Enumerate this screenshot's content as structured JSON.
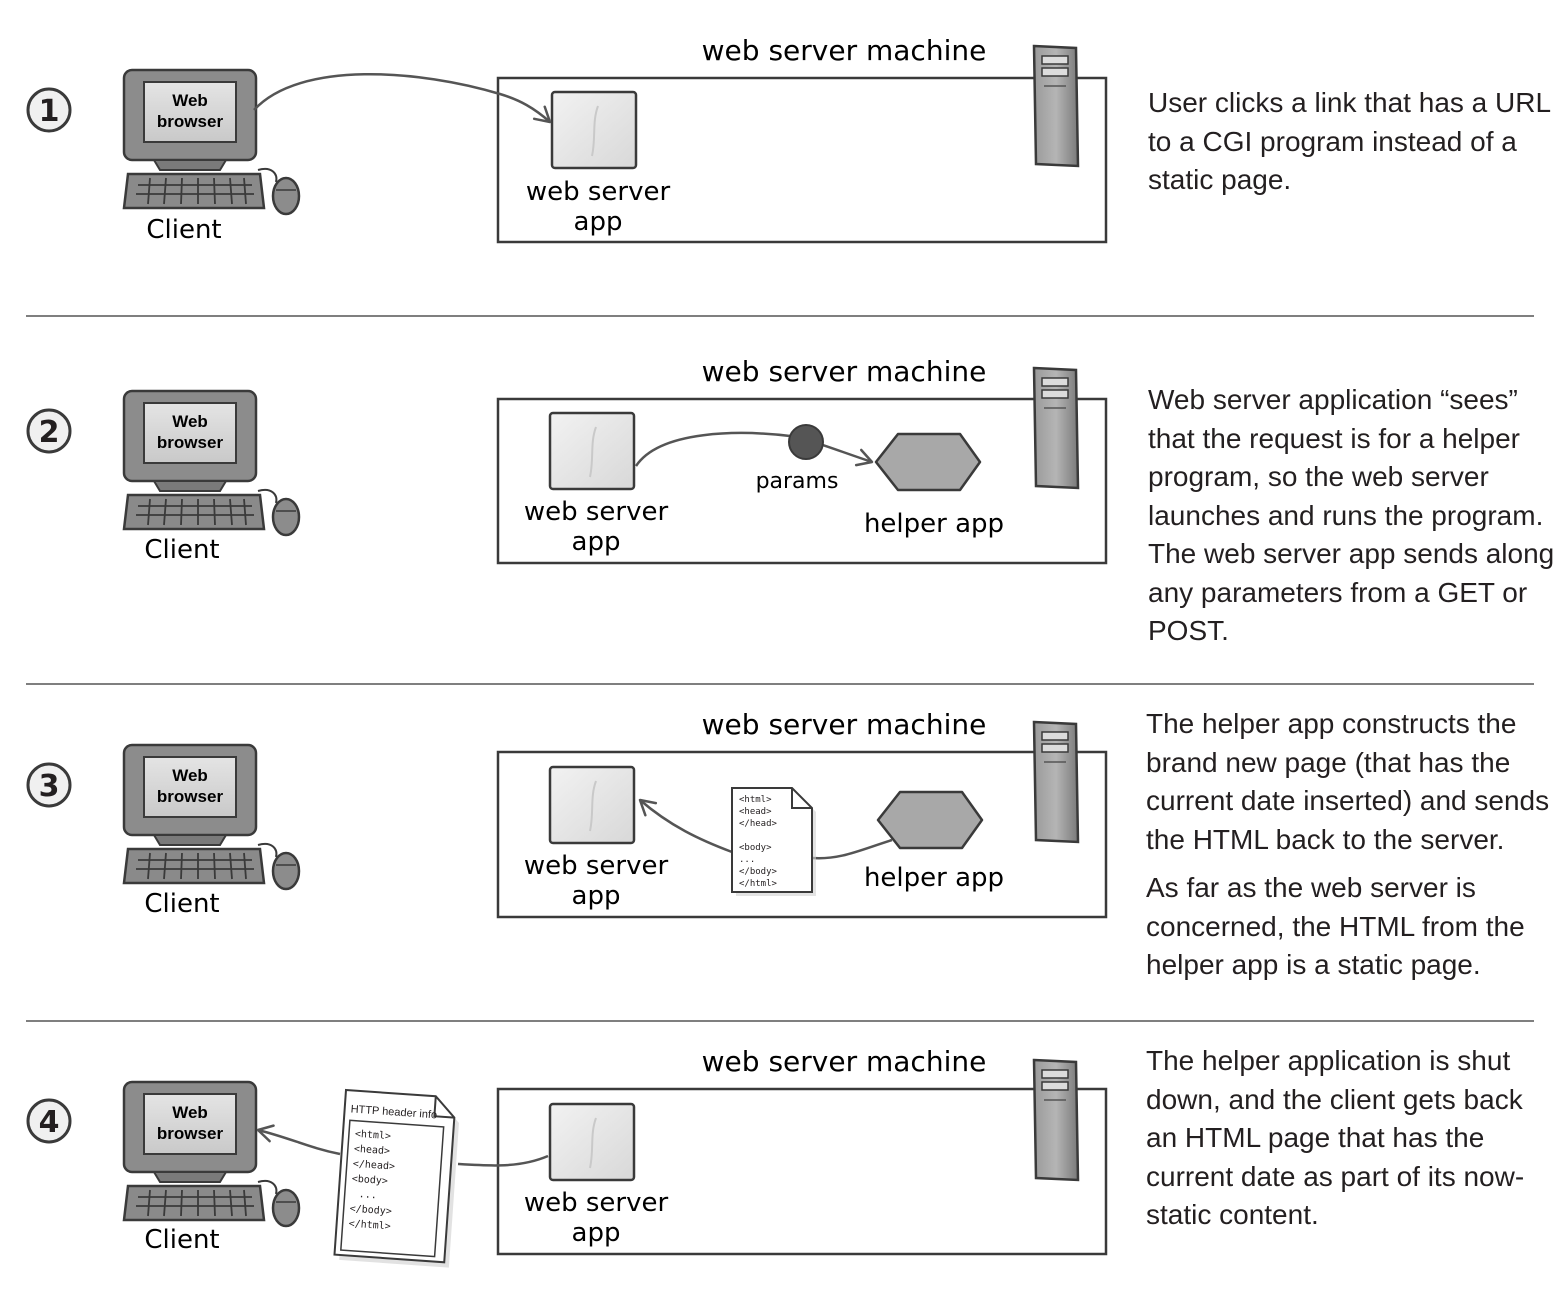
{
  "labels": {
    "machine": "web server machine",
    "client": "Client",
    "browser_line1": "Web",
    "browser_line2": "browser",
    "server_app_line1": "web server",
    "server_app_line2": "app",
    "helper_app": "helper app",
    "params": "params",
    "http_header": "HTTP header info"
  },
  "html_doc_small": [
    "<html>",
    "<head>",
    "</head>",
    "",
    "<body>",
    "...",
    "</body>",
    "</html>"
  ],
  "html_doc_large": [
    "<html>",
    "<head>",
    "</head>",
    "<body>",
    "...",
    "</body>",
    "</html>"
  ],
  "steps": [
    {
      "number": "1",
      "paragraphs": [
        "User clicks a link that has a URL to a CGI program instead of a static page."
      ]
    },
    {
      "number": "2",
      "paragraphs": [
        "Web server application “sees” that the request is for a helper program, so the web server launches and runs the program. The web server app sends along any parameters from a GET or POST."
      ]
    },
    {
      "number": "3",
      "paragraphs": [
        "The helper app constructs the brand new page (that has the current date inserted) and sends the HTML back to the server.",
        "As far as the web server is concerned, the HTML from the helper app is a static page."
      ]
    },
    {
      "number": "4",
      "paragraphs": [
        "The helper application is shut down, and the client gets back an HTML page that has the current date as part of its now-static content."
      ]
    }
  ]
}
